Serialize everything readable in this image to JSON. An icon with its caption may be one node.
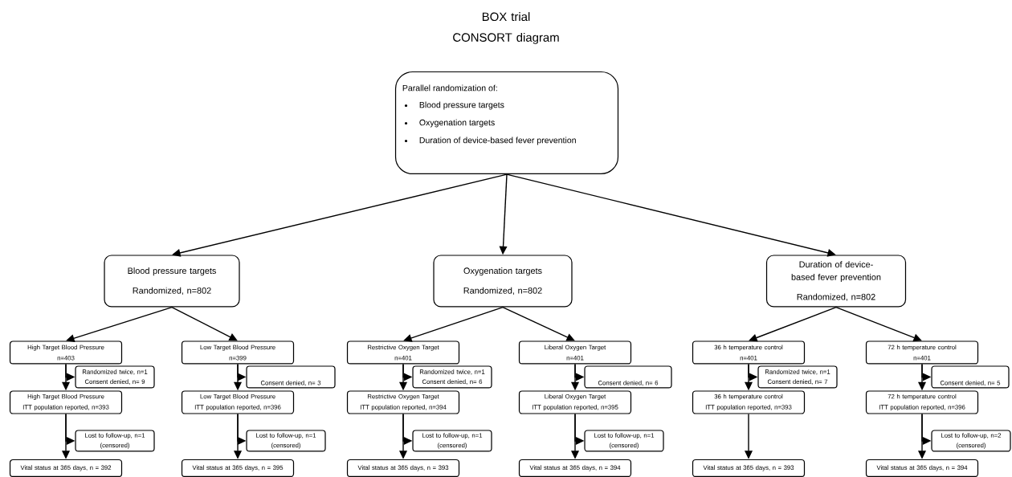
{
  "diagram": {
    "title": "BOX trial CONSORT diagram",
    "nodes": [
      {
        "text": [
          "Parallel randomization of:",
          "Blood pressure targets",
          "Oxygenation targets",
          "Duration of device-based fever prevention"
        ]
      },
      {
        "text": [
          "Blood pressure targets",
          "Randomized, n=802"
        ]
      },
      {
        "text": [
          "Oxygenation targets",
          "Randomized, n=802"
        ]
      },
      {
        "text": [
          "Duration of device-based fever prevention",
          "Randomized, n=802"
        ]
      },
      {
        "text": [
          "High Target Blood Pressure",
          "n=403"
        ]
      },
      {
        "text": [
          "Randomized twice, n=1",
          "Consent denied, n= 9"
        ]
      },
      {
        "text": [
          "High Target Blood Pressure",
          "ITT population reported, n=393"
        ]
      },
      {
        "text": [
          "Lost to follow-up, n=1",
          "(censored)"
        ]
      },
      {
        "text": [
          "Vital status at 365 days, n = 392"
        ]
      },
      {
        "text": [
          "Low Target Blood Pressure",
          "n=399"
        ]
      },
      {
        "text": [
          "Consent denied, n= 3"
        ]
      },
      {
        "text": [
          "Low Target Blood Pressure",
          "ITT population reported, n=396"
        ]
      },
      {
        "text": [
          "Lost to follow-up, n=1",
          "(censored)"
        ]
      },
      {
        "text": [
          "Vital status at 365 days, n = 395"
        ]
      },
      {
        "text": [
          "Restrictive Oxygen Target",
          "n=401"
        ]
      },
      {
        "text": [
          "Randomized twice, n=1",
          "Consent denied, n= 6"
        ]
      },
      {
        "text": [
          "Restrictive Oxygen Target",
          "ITT population reported, n=394"
        ]
      },
      {
        "text": [
          "Lost to follow-up, n=1",
          "(censored)"
        ]
      },
      {
        "text": [
          "Vital status at 365 days, n = 393"
        ]
      },
      {
        "text": [
          "Liberal Oxygen Target",
          "n=401"
        ]
      },
      {
        "text": [
          "Consent denied, n= 6"
        ]
      },
      {
        "text": [
          "Liberal Oxygen Target",
          "ITT population reported, n=395"
        ]
      },
      {
        "text": [
          "Lost to follow-up, n=1",
          "(censored)"
        ]
      },
      {
        "text": [
          "Vital status at 365 days, n = 394"
        ]
      },
      {
        "text": [
          "36 h temperature control",
          "n=401"
        ]
      },
      {
        "text": [
          "Randomized twice, n=1",
          "Consent denied, n= 7"
        ]
      },
      {
        "text": [
          "36 h temperature control",
          "ITT population reported, n=393"
        ]
      },
      {
        "text": [
          "Vital status at 365 days, n = 393"
        ]
      },
      {
        "text": [
          "72 h temperature control",
          "n=401"
        ]
      },
      {
        "text": [
          "Consent denied, n= 5"
        ]
      },
      {
        "text": [
          "72 h temperature control",
          "ITT population reported, n=396"
        ]
      },
      {
        "text": [
          "Lost to follow-up, n=2",
          "(censored)"
        ]
      },
      {
        "text": [
          "Vital status at 365 days, n = 394"
        ]
      }
    ],
    "edges": [
      {
        "from": 0,
        "to": 1,
        "arrow": "to"
      },
      {
        "from": 0,
        "to": 2,
        "arrow": "to"
      },
      {
        "from": 0,
        "to": 3,
        "arrow": "to"
      },
      {
        "from": 1,
        "to": 4,
        "arrow": "to"
      },
      {
        "from": 1,
        "to": 9,
        "arrow": "to"
      },
      {
        "from": 2,
        "to": 14,
        "arrow": "to"
      },
      {
        "from": 2,
        "to": 19,
        "arrow": "to"
      },
      {
        "from": 3,
        "to": 24,
        "arrow": "to"
      },
      {
        "from": 3,
        "to": 28,
        "arrow": "to"
      },
      {
        "from": 4,
        "to": 5,
        "arrow": "to"
      },
      {
        "from": 4,
        "to": 6,
        "arrow": "to"
      },
      {
        "from": 6,
        "to": 7,
        "arrow": "to"
      },
      {
        "from": 6,
        "to": 8,
        "arrow": "to"
      },
      {
        "from": 9,
        "to": 10,
        "arrow": "to"
      },
      {
        "from": 9,
        "to": 11,
        "arrow": "to"
      },
      {
        "from": 11,
        "to": 12,
        "arrow": "to"
      },
      {
        "from": 11,
        "to": 13,
        "arrow": "to"
      },
      {
        "from": 14,
        "to": 15,
        "arrow": "to"
      },
      {
        "from": 14,
        "to": 16,
        "arrow": "to"
      },
      {
        "from": 16,
        "to": 17,
        "arrow": "to"
      },
      {
        "from": 16,
        "to": 18,
        "arrow": "to"
      },
      {
        "from": 19,
        "to": 20,
        "arrow": "to"
      },
      {
        "from": 19,
        "to": 21,
        "arrow": "to"
      },
      {
        "from": 21,
        "to": 22,
        "arrow": "to"
      },
      {
        "from": 21,
        "to": 23,
        "arrow": "to"
      },
      {
        "from": 24,
        "to": 25,
        "arrow": "to"
      },
      {
        "from": 24,
        "to": 26,
        "arrow": "to"
      },
      {
        "from": 26,
        "to": 27,
        "arrow": "to"
      },
      {
        "from": 28,
        "to": 29,
        "arrow": "to"
      },
      {
        "from": 28,
        "to": 30,
        "arrow": "to"
      },
      {
        "from": 30,
        "to": 31,
        "arrow": "to"
      },
      {
        "from": 30,
        "to": 32,
        "arrow": "to"
      }
    ]
  }
}
